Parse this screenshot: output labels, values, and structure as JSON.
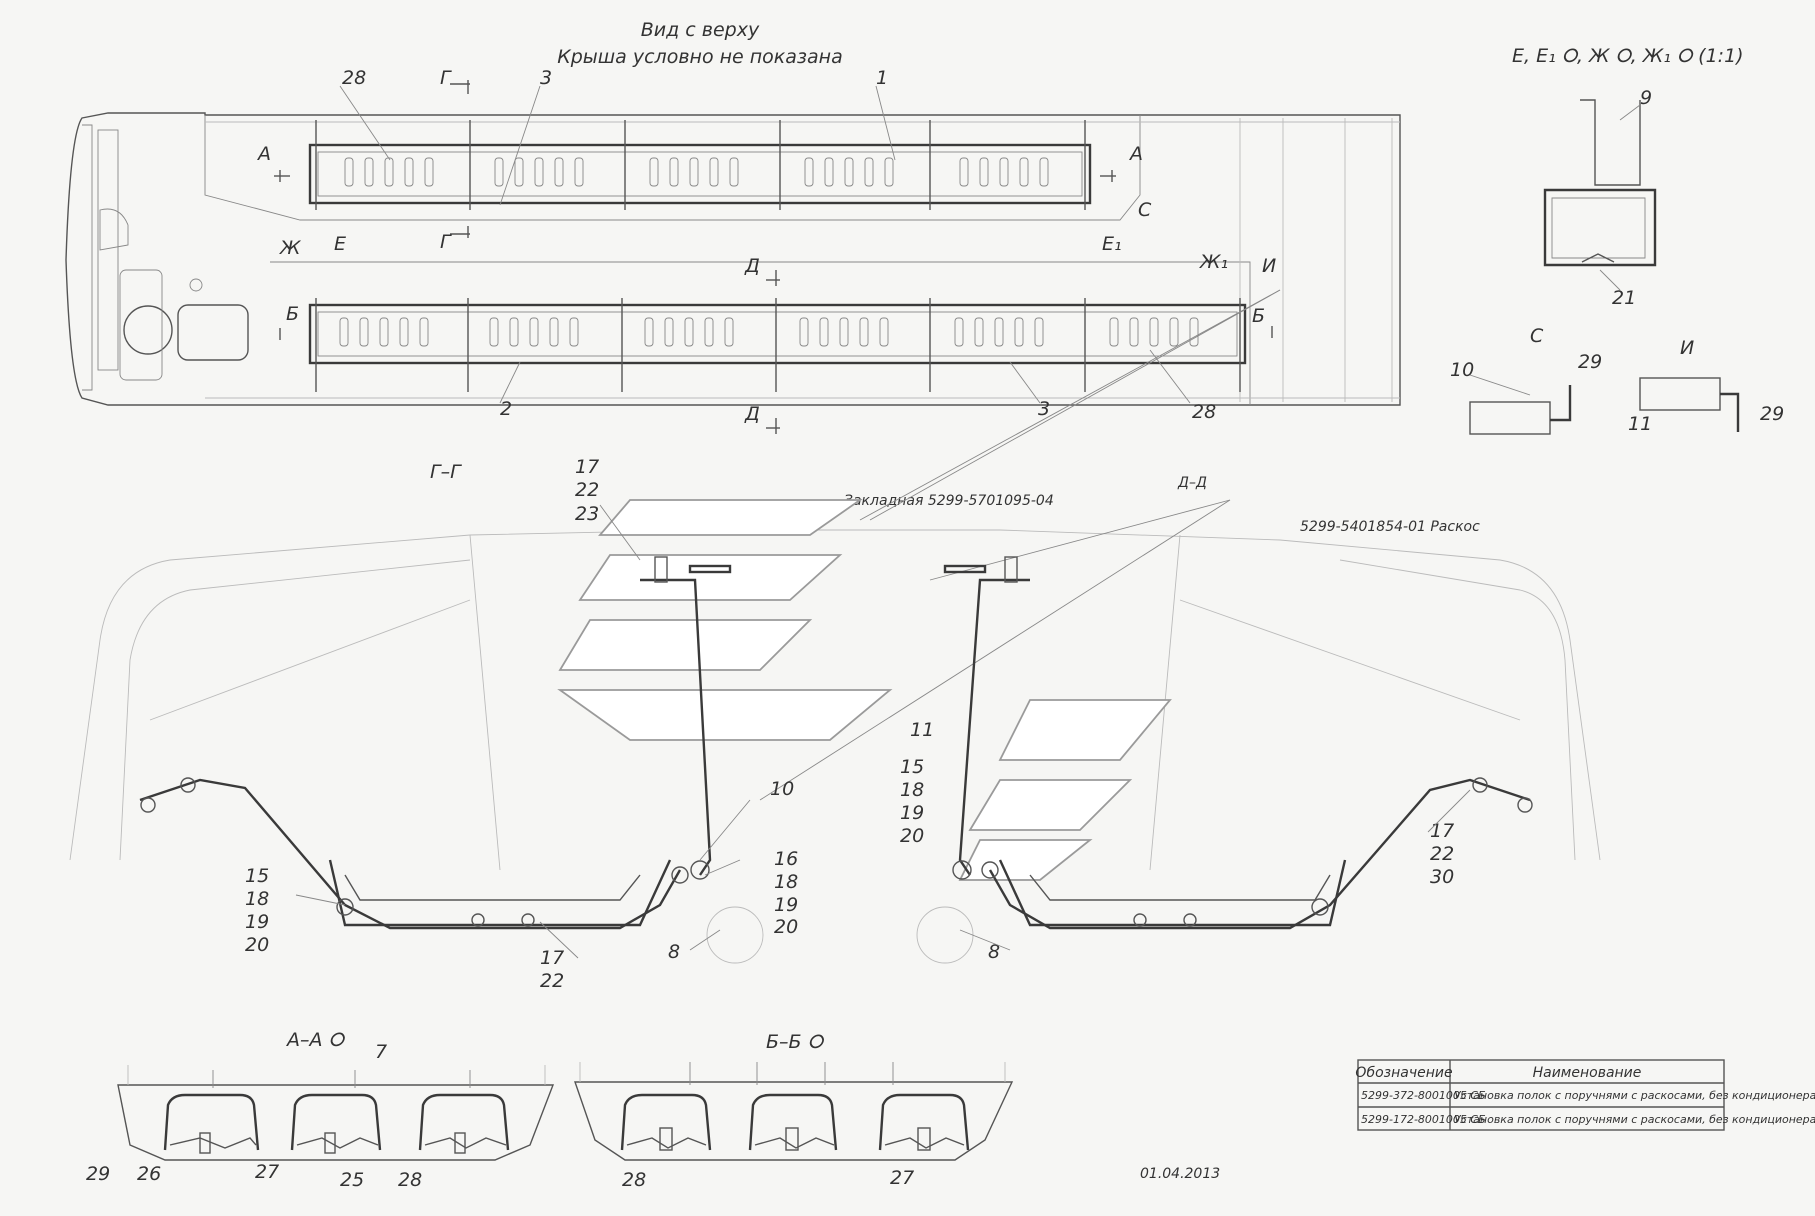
{
  "header": {
    "view_title": "Вид с верху",
    "view_subtitle": "Крыша условно не показана",
    "detail_title": "Е, Е₁ ⭘, Ж ⭘, Ж₁ ⭘ (1:1)"
  },
  "section_marks": {
    "g": "Г",
    "a": "А",
    "b": "Б",
    "d": "Д",
    "e": "Е",
    "e1": "Е₁",
    "zh": "Ж",
    "zh1": "Ж₁",
    "s": "С",
    "i": "И"
  },
  "sections": {
    "gg": "Г–Г",
    "dd": "Д–Д",
    "aa": "А–А ⭘",
    "bb": "Б–Б ⭘",
    "detail_s": "С",
    "detail_i": "И"
  },
  "notes": {
    "zakladnaya": "Закладная 5299-5701095-04",
    "raskos": "5299-5401854-01 Раскос"
  },
  "callouts": {
    "c1": "1",
    "c2": "2",
    "c3": "3",
    "c7": "7",
    "c8": "8",
    "c9": "9",
    "c10": "10",
    "c11": "11",
    "c15": "15",
    "c16": "16",
    "c17": "17",
    "c18": "18",
    "c19": "19",
    "c20": "20",
    "c21": "21",
    "c22": "22",
    "c23": "23",
    "c25": "25",
    "c26": "26",
    "c27": "27",
    "c28": "28",
    "c29": "29",
    "c30": "30"
  },
  "spec_table": {
    "headers": [
      "Обозначение",
      "Наименование"
    ],
    "rows": [
      [
        "5299-372-8001005 СБ",
        "Установка полок с поручнями с раскосами, без кондиционера"
      ],
      [
        "5299-172-8001005 СБ",
        "Установка полок с поручнями с раскосами, без кондиционера"
      ]
    ]
  },
  "date": "01.04.2013"
}
